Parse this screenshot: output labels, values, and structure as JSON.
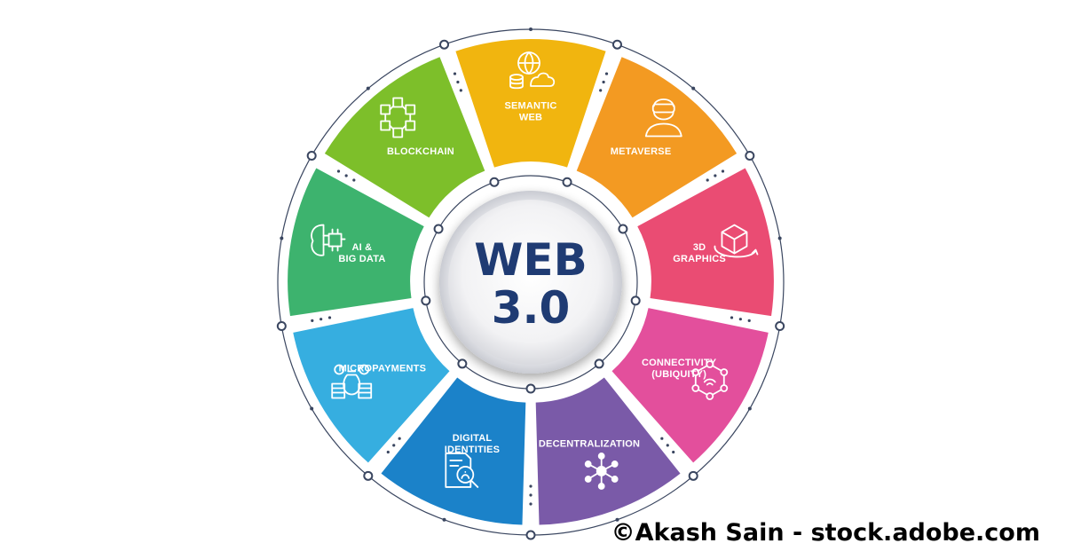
{
  "diagram": {
    "center": {
      "line1": "WEB",
      "line2": "3.0"
    },
    "segments": [
      {
        "id": "blockchain",
        "lines": [
          "BLOCKCHAIN"
        ],
        "color": "#7dbf2a",
        "icon": "blockchain-cubes-icon"
      },
      {
        "id": "semantic-web",
        "lines": [
          "SEMANTIC",
          "WEB"
        ],
        "color": "#f1b50f",
        "icon": "globe-cloud-database-icon"
      },
      {
        "id": "metaverse",
        "lines": [
          "METAVERSE"
        ],
        "color": "#f39a22",
        "icon": "vr-headset-person-icon"
      },
      {
        "id": "3d-graphics",
        "lines": [
          "3D",
          "GRAPHICS"
        ],
        "color": "#ea4c73",
        "icon": "3d-cube-rotate-icon"
      },
      {
        "id": "connectivity",
        "lines": [
          "CONNECTIVITY",
          "(UBIQUITY)"
        ],
        "color": "#e34f9c",
        "icon": "network-hexagon-wifi-icon"
      },
      {
        "id": "decentralization",
        "lines": [
          "DECENTRALIZATION"
        ],
        "color": "#7a5aa8",
        "icon": "decentralized-nodes-icon"
      },
      {
        "id": "digital-identities",
        "lines": [
          "DIGITAL",
          "IDENTITIES"
        ],
        "color": "#1b82c9",
        "icon": "id-document-search-icon"
      },
      {
        "id": "micropayments",
        "lines": [
          "MICROPAYMENTS"
        ],
        "color": "#36aee0",
        "icon": "coins-money-bag-icon"
      },
      {
        "id": "ai-big-data",
        "lines": [
          "AI &",
          "BIG DATA"
        ],
        "color": "#3db36e",
        "icon": "ai-brain-circuit-icon"
      }
    ],
    "ring_color": "#3a4660"
  },
  "watermark": "©Akash Sain - stock.adobe.com"
}
